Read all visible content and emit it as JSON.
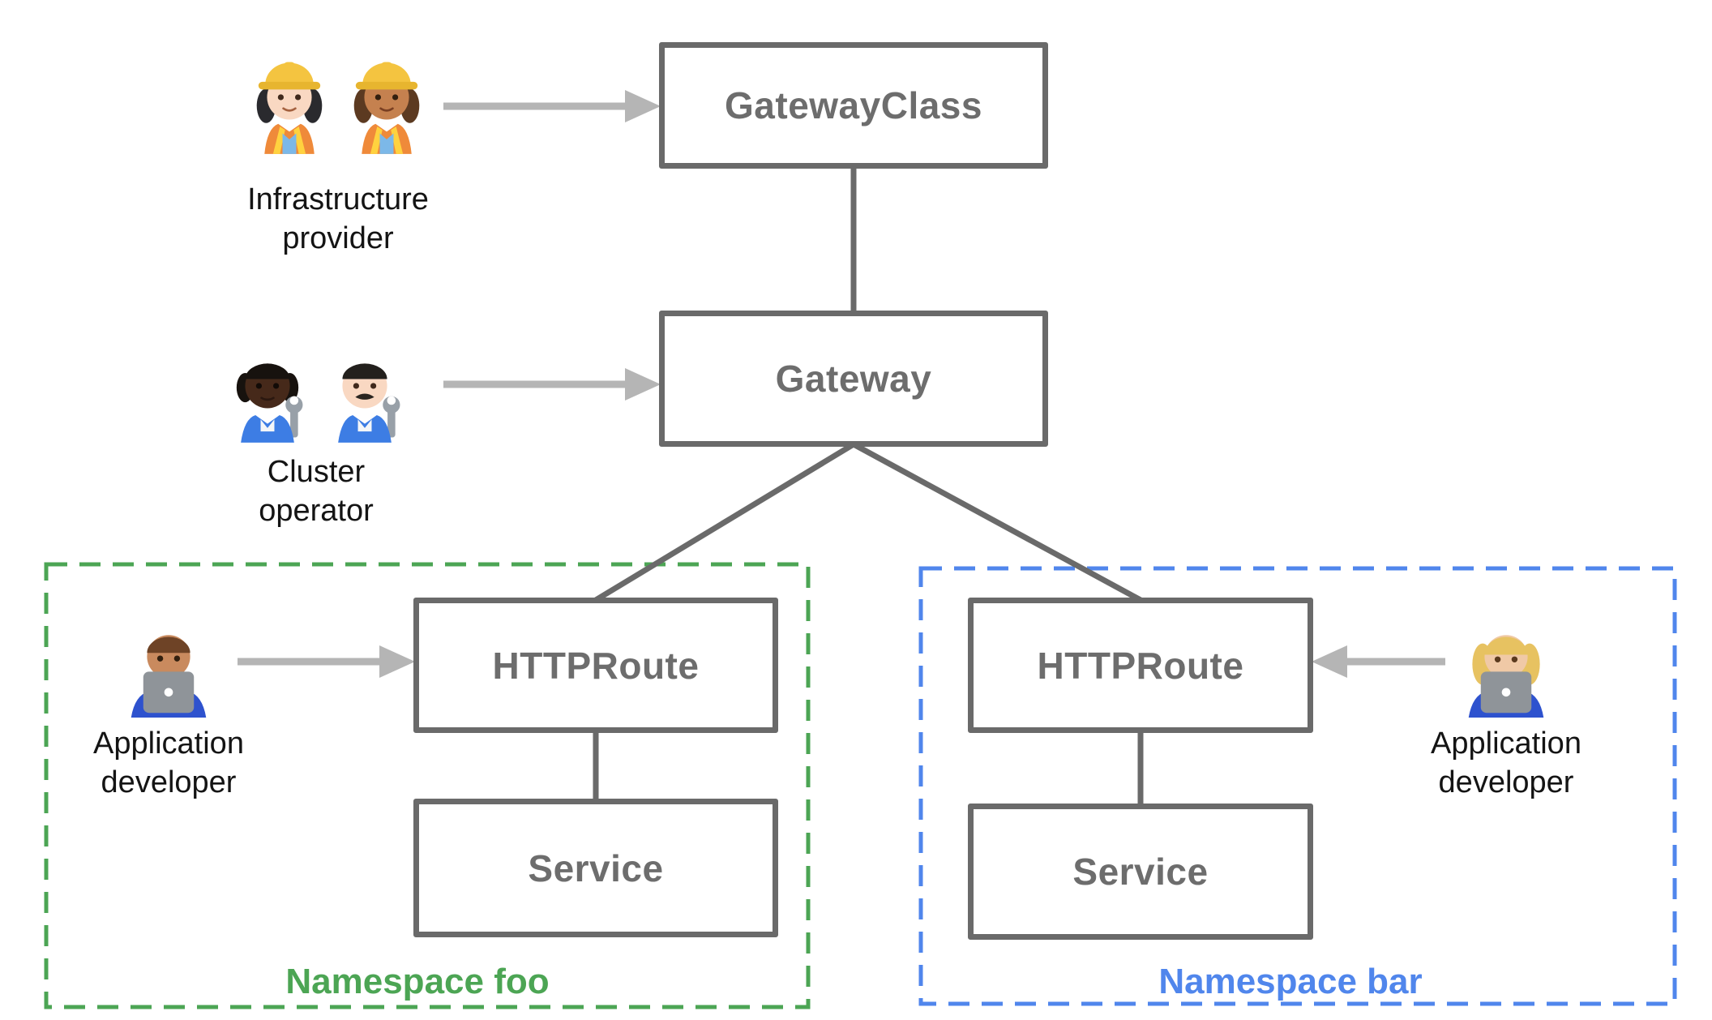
{
  "diagram": {
    "nodes": {
      "gateway_class": {
        "label": "GatewayClass"
      },
      "gateway": {
        "label": "Gateway"
      },
      "httproute_foo": {
        "label": "HTTPRoute"
      },
      "service_foo": {
        "label": "Service"
      },
      "httproute_bar": {
        "label": "HTTPRoute"
      },
      "service_bar": {
        "label": "Service"
      }
    },
    "personas": {
      "infrastructure_provider": {
        "label_line1": "Infrastructure",
        "label_line2": "provider",
        "icons": [
          "woman-construction-worker-light",
          "woman-construction-worker-medium"
        ]
      },
      "cluster_operator": {
        "label_line1": "Cluster",
        "label_line2": "operator",
        "icons": [
          "mechanic-dark-skin",
          "man-mechanic-light"
        ]
      },
      "app_developer_foo": {
        "label_line1": "Application",
        "label_line2": "developer",
        "icons": [
          "man-technologist-medium"
        ]
      },
      "app_developer_bar": {
        "label_line1": "Application",
        "label_line2": "developer",
        "icons": [
          "woman-technologist-blonde"
        ]
      }
    },
    "namespaces": {
      "foo": {
        "label": "Namespace foo",
        "color": "#4CA554"
      },
      "bar": {
        "label": "Namespace bar",
        "color": "#5086EC"
      }
    },
    "colors": {
      "box_border": "#6A6A6A",
      "box_text": "#6D6D6D",
      "connector": "#6A6A6A",
      "arrow": "#B5B5B5",
      "person_label": "#141414"
    }
  }
}
